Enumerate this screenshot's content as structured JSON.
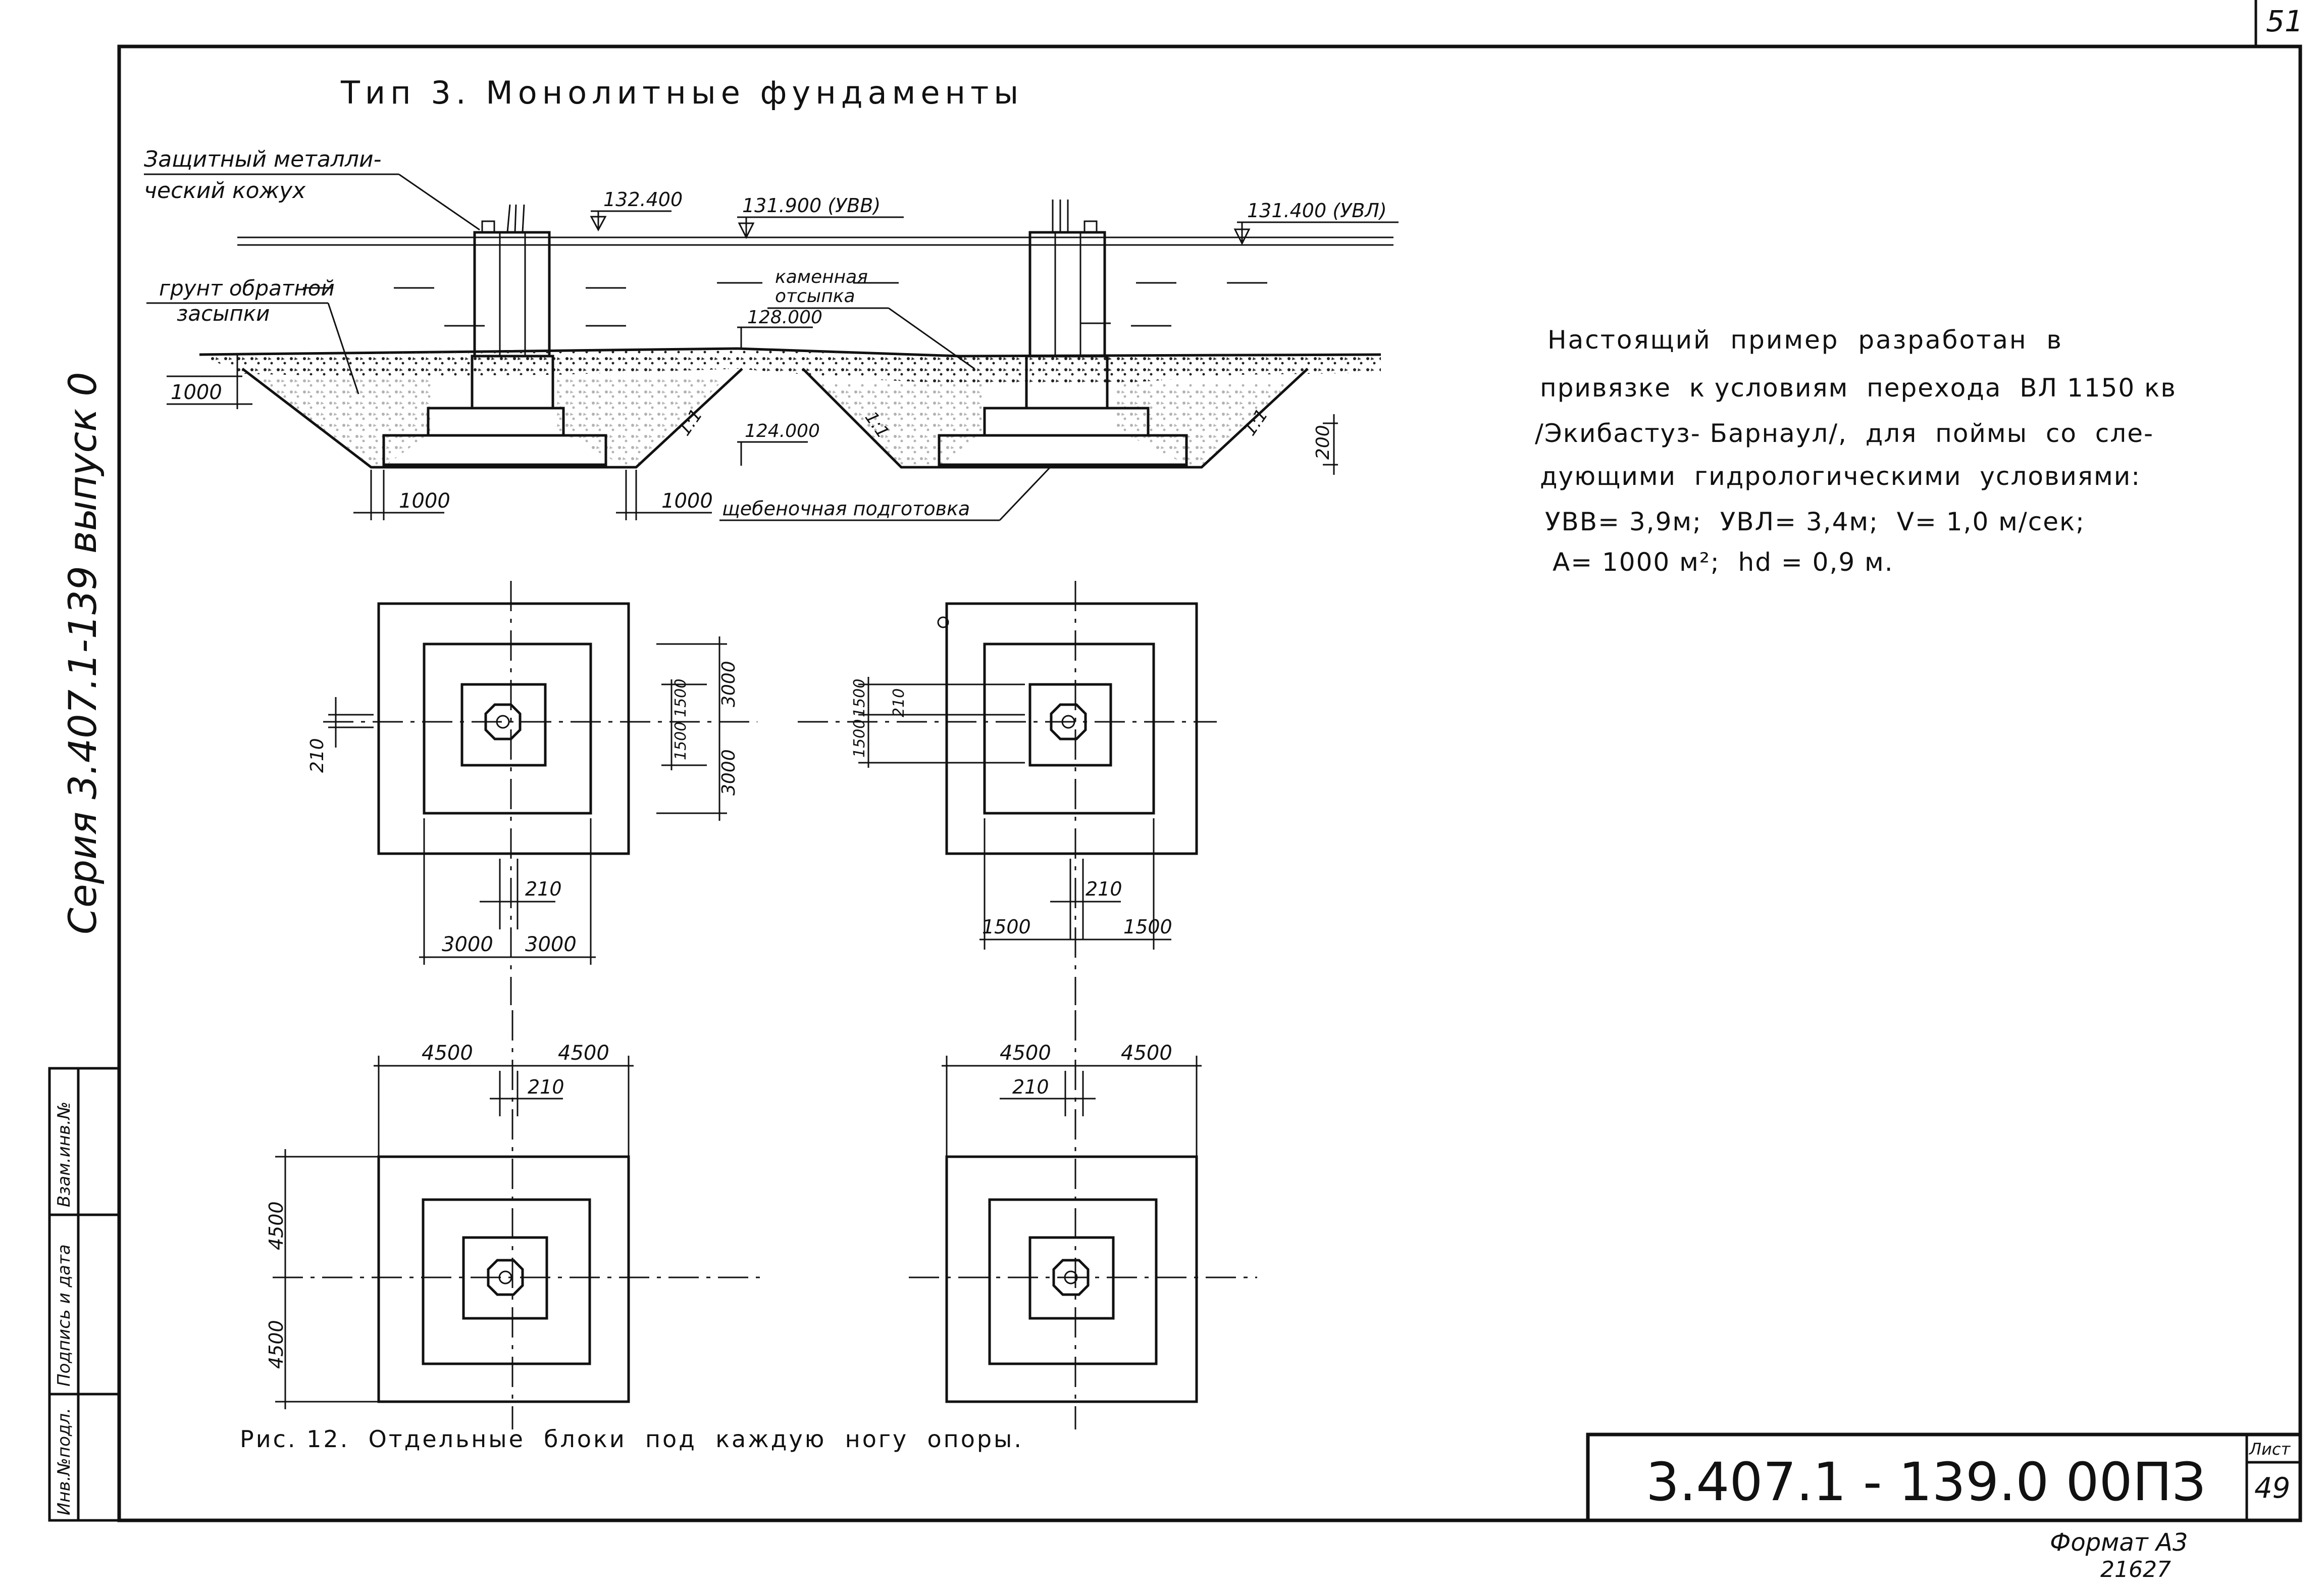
{
  "sheet": {
    "corner_number": "51",
    "title": "Тип 3. Монолитные фундаменты",
    "series_vertical": "Серия 3.407.1-139 выпуск 0",
    "doc_code": "3.407.1 - 139.0 00ПЗ",
    "sheet_label": "Лист",
    "sheet_number": "49",
    "format": "Формат А3",
    "inv_number": "21627",
    "stamp_cols": [
      "Инв.№подл.",
      "Подпись и дата",
      "Взам.инв.№"
    ]
  },
  "section": {
    "labels": {
      "casing": [
        "Защитный металли-",
        "ческий кожух"
      ],
      "backfill": [
        "грунт обратной",
        "засыпки"
      ],
      "stone": [
        "каменная",
        "отсыпка"
      ],
      "gravel_prep": "щебеночная подготовка"
    },
    "elevations": {
      "top": "132.400",
      "uvv": "131.900 (УВВ)",
      "uvl": "131.400 (УВЛ)",
      "ground": "128.000",
      "bottom": "124.000"
    },
    "dims": {
      "depth": "1000",
      "offset_left": "1000",
      "offset_mid": "1000",
      "prep": "200",
      "slope": "1:1"
    }
  },
  "note": {
    "lines": [
      "Настоящий  пример  разработан  в",
      "привязке  к условиям  перехода  ВЛ 1150 кв",
      "/Экибастуз- Барнаул/,  для  поймы  со  сле-",
      "дующими  гидрологическими  условиями:",
      "УВВ= 3,9м;  УВЛ= 3,4м;  V= 1,0 м/сек;",
      "А= 1000 м²;  hd = 0,9 м."
    ]
  },
  "plans": {
    "p1": {
      "h_left": "3000",
      "h_right": "3000",
      "center": "210",
      "v_top": "3000",
      "v_bottom": "3000",
      "v_small": "1500",
      "v_small2": "1500",
      "side": "210"
    },
    "p2": {
      "h_left": "1500",
      "h_right": "1500",
      "center": "210",
      "v1": "1500",
      "v2": "1500",
      "v3": "210"
    },
    "p3": {
      "h_left": "4500",
      "h_right": "4500",
      "center": "210",
      "v_top": "4500",
      "v_bottom": "4500"
    },
    "p4": {
      "h_left": "4500",
      "h_right": "4500",
      "center": "210"
    }
  },
  "caption": "Рис. 12.  Отдельные  блоки  под  каждую  ногу  опоры."
}
